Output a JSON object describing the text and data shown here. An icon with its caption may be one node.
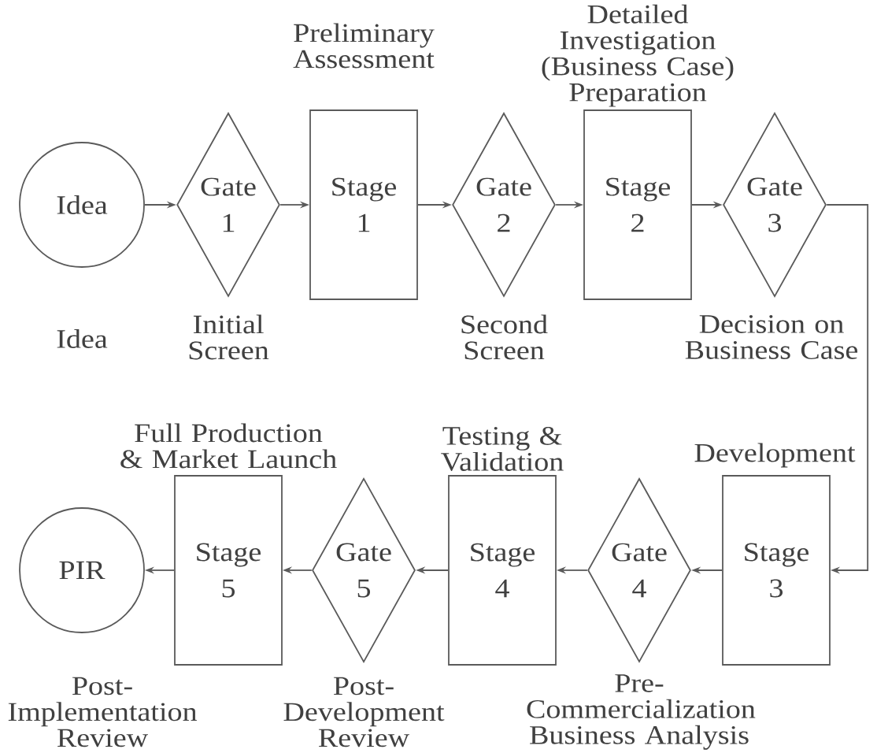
{
  "diagram": {
    "nodes": [
      {
        "text": [
          "Idea"
        ],
        "beside": [
          "Idea"
        ]
      },
      {
        "text": [
          "Gate 1"
        ],
        "beside": [
          "Initial Screen"
        ]
      },
      {
        "text": [
          "Stage 1"
        ],
        "beside": [
          "Preliminary Assessment"
        ]
      },
      {
        "text": [
          "Gate 2"
        ],
        "beside": [
          "Second Screen"
        ]
      },
      {
        "text": [
          "Stage 2"
        ],
        "beside": [
          "Detailed Investigation (Business Case) Preparation"
        ]
      },
      {
        "text": [
          "Gate 3"
        ],
        "beside": [
          "Decision on Business Case"
        ]
      },
      {
        "text": [
          "Stage 3"
        ],
        "beside": [
          "Development"
        ]
      },
      {
        "text": [
          "Gate 4"
        ],
        "beside": [
          "Pre- Commercialization Business Analysis"
        ]
      },
      {
        "text": [
          "Stage 4"
        ],
        "beside": [
          "Testing & Validation"
        ]
      },
      {
        "text": [
          "Gate 5"
        ],
        "beside": [
          "Post- Development Review"
        ]
      },
      {
        "text": [
          "Stage 5"
        ],
        "beside": [
          "Full Production & Market Launch"
        ]
      },
      {
        "text": [
          "PIR"
        ]
      }
    ],
    "edges": [
      {
        "from": 0,
        "to": 1,
        "arrow": "to"
      },
      {
        "from": 1,
        "to": 2,
        "arrow": "to"
      },
      {
        "from": 2,
        "to": 3,
        "arrow": "to"
      },
      {
        "from": 3,
        "to": 4,
        "arrow": "to"
      },
      {
        "from": 4,
        "to": 5,
        "arrow": "to"
      },
      {
        "from": 5,
        "to": 6,
        "arrow": "to"
      },
      {
        "from": 6,
        "to": 7,
        "arrow": "to"
      },
      {
        "from": 7,
        "to": 8,
        "arrow": "to"
      },
      {
        "from": 8,
        "to": 9,
        "arrow": "to"
      },
      {
        "from": 9,
        "to": 10,
        "arrow": "to"
      },
      {
        "from": 10,
        "to": 11,
        "arrow": "to"
      }
    ],
    "labels": [
      "Post- Implementation Review"
    ]
  }
}
